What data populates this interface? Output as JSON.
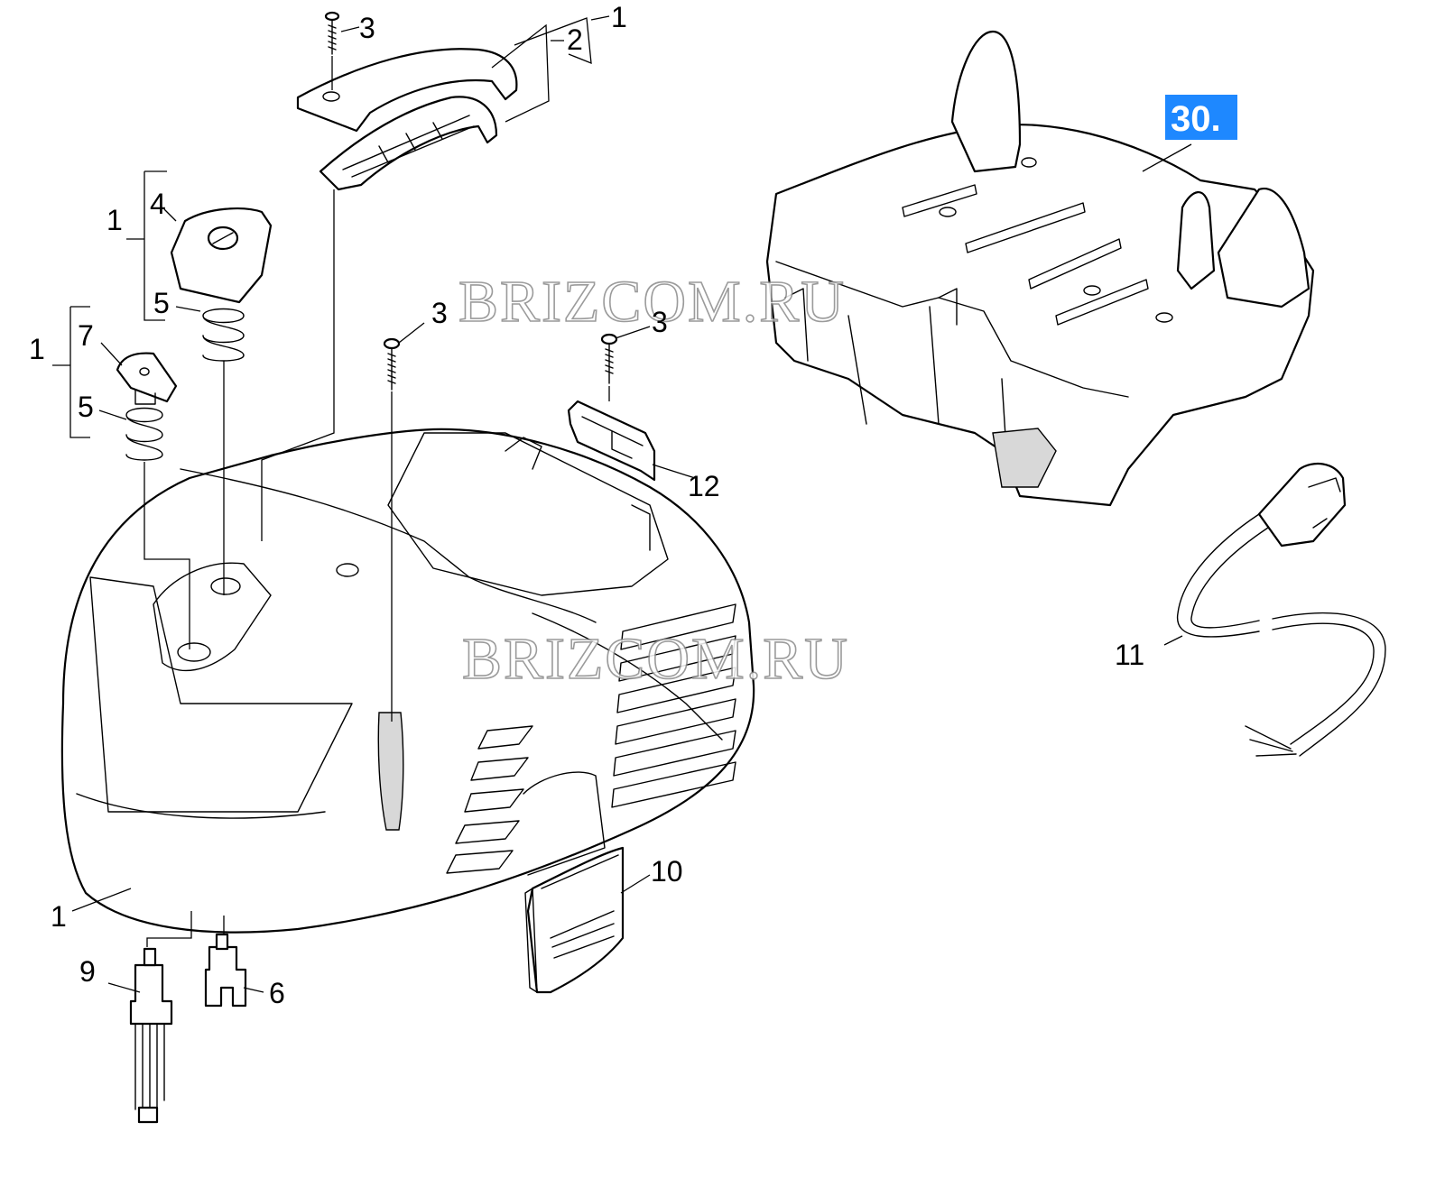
{
  "page_badge": {
    "text": "30.",
    "background": "#1e88ff",
    "text_color": "#ffffff"
  },
  "watermarks": [
    "BRIZCOM.RU",
    "BRIZCOM.RU"
  ],
  "callouts": [
    "3",
    "1",
    "2",
    "1",
    "4",
    "5",
    "1",
    "7",
    "5",
    "3",
    "3",
    "12",
    "30.",
    "11",
    "10",
    "1",
    "9",
    "6"
  ]
}
